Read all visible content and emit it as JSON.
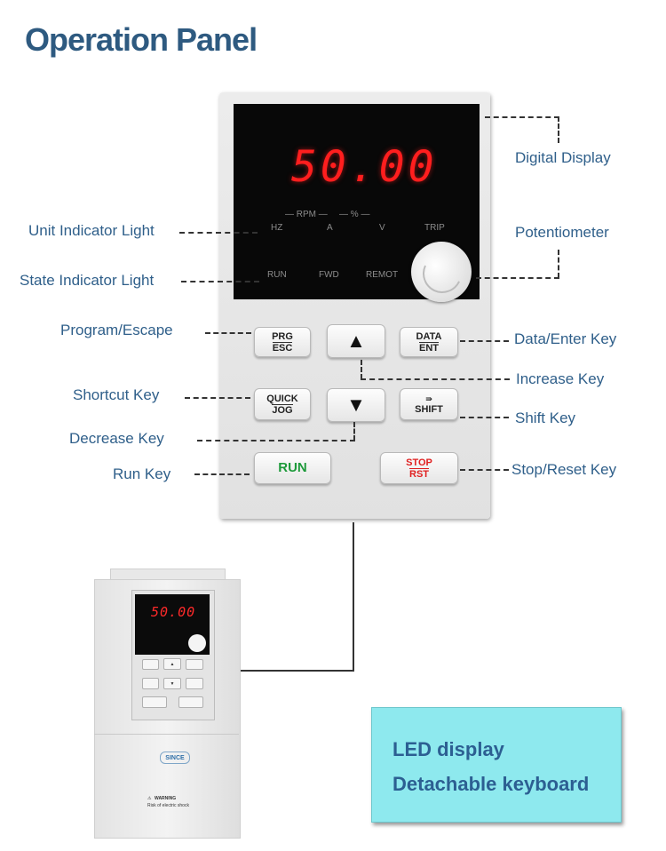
{
  "title": "Operation Panel",
  "display": {
    "value": "50.00",
    "unit_group_rpm": "RPM",
    "unit_group_pct": "%",
    "unit_lights": [
      "HZ",
      "A",
      "V",
      "TRIP"
    ],
    "state_lights": [
      "RUN",
      "FWD",
      "REMOT"
    ]
  },
  "keys": {
    "prg_top": "PRG",
    "prg_bot": "ESC",
    "up": "▲",
    "data_top": "DATA",
    "data_bot": "ENT",
    "quick_top": "QUICK",
    "quick_bot": "JOG",
    "down": "▼",
    "shift": "SHIFT",
    "run": "RUN",
    "stop_top": "STOP",
    "stop_bot": "RST"
  },
  "callouts": {
    "digital_display": "Digital Display",
    "potentiometer": "Potentiometer",
    "unit_indicator": "Unit Indicator Light",
    "state_indicator": "State Indicator Light",
    "program_escape": "Program/Escape",
    "data_enter": "Data/Enter Key",
    "increase": "Increase Key",
    "shortcut": "Shortcut Key",
    "shift": "Shift Key",
    "decrease": "Decrease Key",
    "run": "Run Key",
    "stop_reset": "Stop/Reset Key"
  },
  "drive": {
    "mini_value": "50.00",
    "logo": "SINCE",
    "warning_title": "WARNING",
    "warning_text": "Risk of electric shock"
  },
  "info_box": {
    "line1": "LED display",
    "line2": "Detachable keyboard"
  }
}
